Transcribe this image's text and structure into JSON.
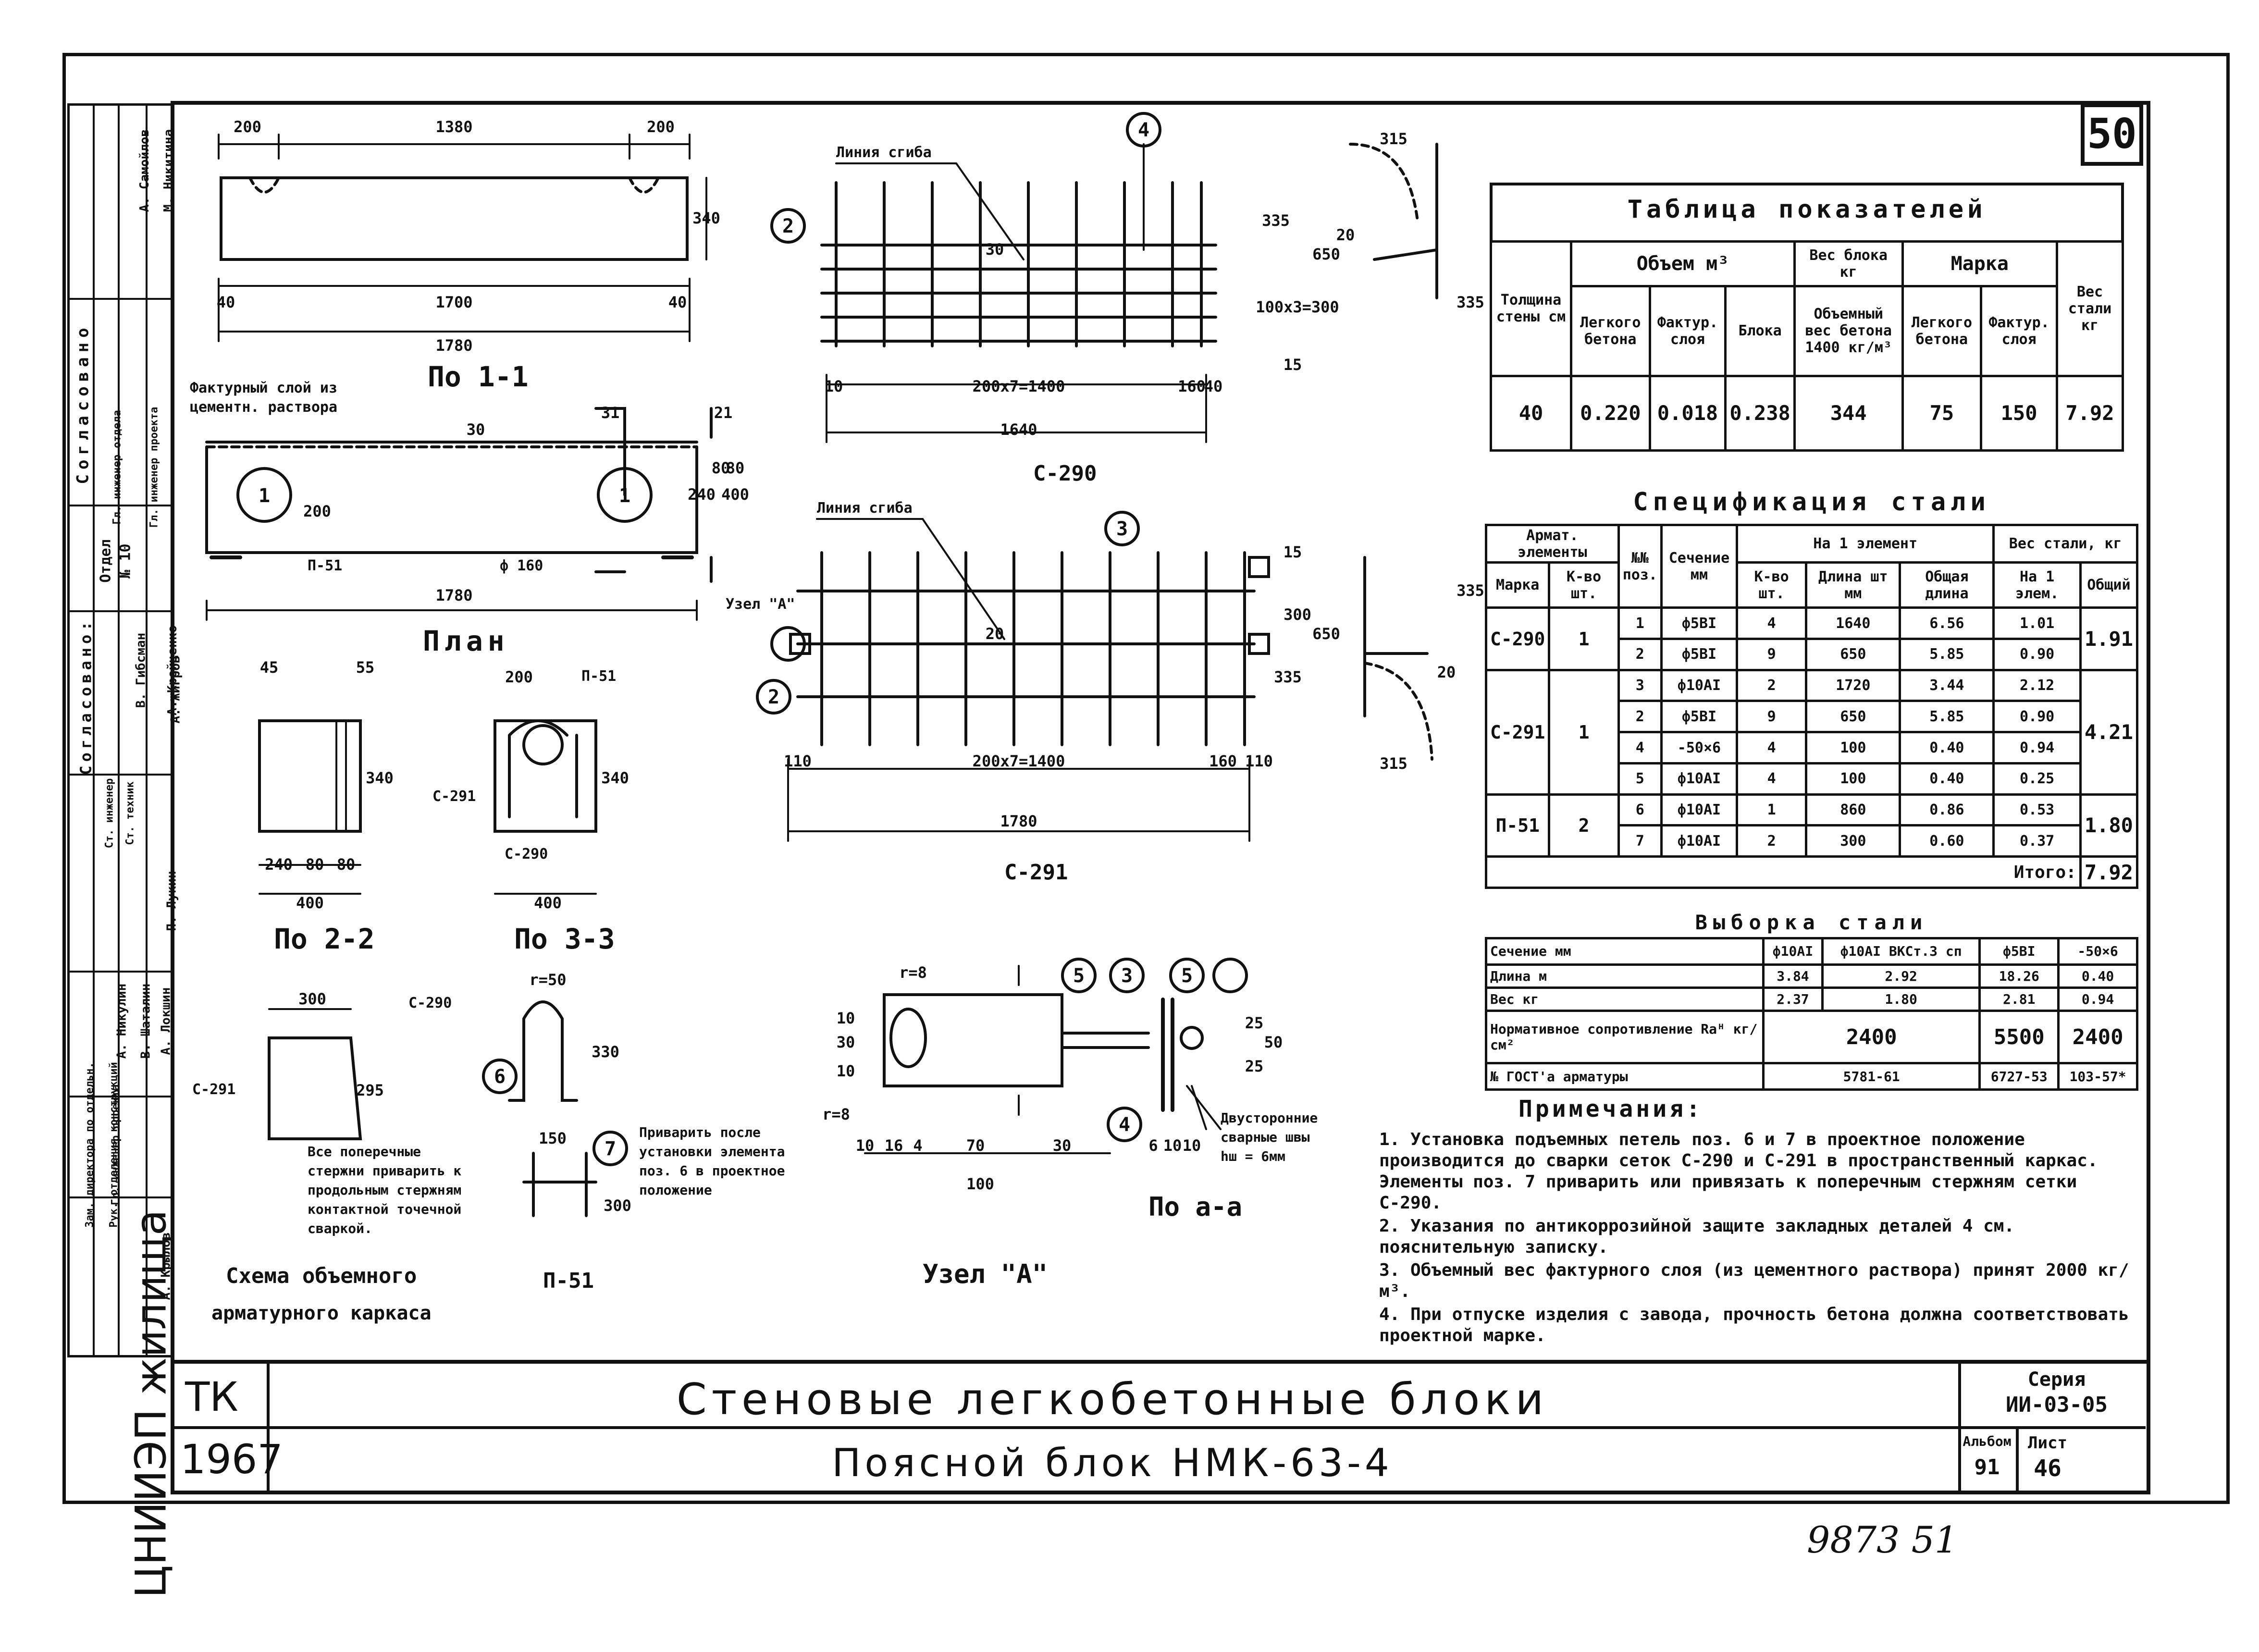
{
  "sheet_number": "50",
  "archive_number": "9873 51",
  "stamp": {
    "org": "ЦНИИЭП жилища",
    "code": "ТК",
    "year": "1967",
    "title": "Стеновые легкобетонные блоки",
    "subtitle": "Поясной блок НМК-63-4",
    "series_label": "Серия",
    "series": "ИИ-03-05",
    "album_label": "Альбом",
    "album": "91",
    "sheet_label": "Лист",
    "sheet": "46"
  },
  "side_block": {
    "agreed": "Согласовано",
    "agreed2": "Согласовано:",
    "dept": "Отдел",
    "dept_no": "№ 10",
    "people": [
      "А. Самойлов",
      "М. Никитина",
      "В. Гибсман",
      "А. Крейценко",
      "А. Жигров",
      "А. Никулин",
      "В. Шаталин",
      "А. Локшин",
      "П. Лукин",
      "А. Крылов"
    ],
    "roles": [
      "Гл. инженер отдела",
      "Гл. инженер проекта",
      "Ст. инженер",
      "Ст. техник",
      "Зам. директора по отдельн.",
      "Рук. отделения конструкций",
      "Гл. инженер проекта"
    ]
  },
  "views": {
    "po_1_1": "По 1-1",
    "plan": "План",
    "po_2_2": "По 2-2",
    "po_3_3": "По 3-3",
    "c290": "С-290",
    "c291": "С-291",
    "uzel_a_title": "Узел \"А\"",
    "po_aa": "По а-а",
    "p51": "П-51",
    "scheme": [
      "Схема объемного",
      "арматурного каркаса"
    ]
  },
  "annotations": {
    "facture_layer": [
      "Фактурный слой из",
      "цементн. раствора"
    ],
    "bend_line": "Линия сгиба",
    "uzel_a": "Узел \"А\"",
    "p51_callout": "П-51",
    "phi160": "ф 160",
    "c291_ref": "С-291",
    "c290_ref": "С-290",
    "cross_bars": [
      "Все поперечные",
      "стержни приварить к",
      "продольным стержням",
      "контактной точечной",
      "сваркой."
    ],
    "weld_after": [
      "Приварить после",
      "установки элемента",
      "поз. 6 в проектное",
      "положение"
    ],
    "double_weld": [
      "Двусторонние",
      "сварные швы",
      "hш = 6мм"
    ]
  },
  "dims": {
    "top": [
      "200",
      "1380",
      "200",
      "340",
      "40",
      "1700",
      "40",
      "1780"
    ],
    "plan": [
      "30",
      "31",
      "21",
      "240",
      "80",
      "80",
      "400",
      "200",
      "1780"
    ],
    "c290": [
      "335",
      "650",
      "20",
      "15",
      "100x3=300",
      "10",
      "200x7=1400",
      "160",
      "40",
      "1640",
      "335",
      "315",
      "30"
    ],
    "c291": [
      "300",
      "335",
      "650",
      "15",
      "110",
      "200x7=1400",
      "160",
      "110",
      "1780",
      "335",
      "20",
      "315",
      "20"
    ],
    "po22": [
      "45",
      "55",
      "240",
      "80",
      "80",
      "400",
      "340"
    ],
    "po33": [
      "200",
      "340",
      "400"
    ],
    "scheme": [
      "300",
      "295"
    ],
    "p51": [
      "r=50",
      "330",
      "150",
      "300"
    ],
    "uzel": [
      "r=8",
      "r=8",
      "10",
      "30",
      "10",
      "10",
      "16",
      "4",
      "70",
      "30",
      "100",
      "25",
      "50",
      "25",
      "6",
      "10",
      "10"
    ]
  },
  "pos_markers": [
    "1",
    "1",
    "2",
    "2",
    "3",
    "3",
    "4",
    "4",
    "5",
    "5",
    "6",
    "7"
  ],
  "table_indicators": {
    "title": "Таблица показателей",
    "headers": {
      "thickness": "Толщина стены см",
      "volume": "Объем м³",
      "light_concrete": "Легкого бетона",
      "facture": "Фактур. слоя",
      "block": "Блока",
      "weight": "Вес блока кг",
      "density": "Объемный вес бетона 1400 кг/м³",
      "mark": "Марка",
      "mark_light": "Легкого бетона",
      "mark_facture": "Фактур. слоя",
      "steel": "Вес стали кг"
    },
    "row": [
      "40",
      "0.220",
      "0.018",
      "0.238",
      "344",
      "75",
      "150",
      "7.92"
    ]
  },
  "table_spec": {
    "title": "Спецификация стали",
    "headers": {
      "elements": "Армат. элементы",
      "pos": "№№ поз.",
      "section": "Сечение мм",
      "per_element": "На 1 элемент",
      "steel_weight": "Вес стали, кг",
      "mark": "Марка",
      "count": "К-во шт.",
      "pcs": "К-во шт.",
      "length": "Длина шт мм",
      "total_length": "Общая длина",
      "per1": "На 1 элем.",
      "total": "Общий"
    },
    "groups": [
      {
        "mark": "С-290",
        "count": "1",
        "total": "1.91",
        "rows": [
          [
            "1",
            "ф5BI",
            "4",
            "1640",
            "6.56",
            "1.01"
          ],
          [
            "2",
            "ф5BI",
            "9",
            "650",
            "5.85",
            "0.90"
          ]
        ]
      },
      {
        "mark": "С-291",
        "count": "1",
        "total": "4.21",
        "rows": [
          [
            "3",
            "ф10AI",
            "2",
            "1720",
            "3.44",
            "2.12"
          ],
          [
            "2",
            "ф5BI",
            "9",
            "650",
            "5.85",
            "0.90"
          ],
          [
            "4",
            "-50×6",
            "4",
            "100",
            "0.40",
            "0.94"
          ],
          [
            "5",
            "ф10AI",
            "4",
            "100",
            "0.40",
            "0.25"
          ]
        ]
      },
      {
        "mark": "П-51",
        "count": "2",
        "total": "1.80",
        "rows": [
          [
            "6",
            "ф10AI",
            "1",
            "860",
            "0.86",
            "0.53"
          ],
          [
            "7",
            "ф10AI",
            "2",
            "300",
            "0.60",
            "0.37"
          ]
        ]
      }
    ],
    "itogo_label": "Итого:",
    "itogo": "7.92"
  },
  "table_selection": {
    "title": "Выборка стали",
    "col_heads": [
      "Сечение мм",
      "ф10AI",
      "ф10AI ВКСт.3 сп",
      "ф5BI",
      "-50×6"
    ],
    "rows": [
      [
        "Длина м",
        "3.84",
        "2.92",
        "18.26",
        "0.40"
      ],
      [
        "Вес кг",
        "2.37",
        "1.80",
        "2.81",
        "0.94"
      ]
    ],
    "norm_label": "Нормативное сопротивление Rаᴴ кг/см²",
    "norm": [
      "2400",
      "5500",
      "2400"
    ],
    "gost_label": "№ ГОСТ'а арматуры",
    "gost": [
      "5781-61",
      "6727-53",
      "103-57*"
    ]
  },
  "notes": {
    "title": "Примечания:",
    "items": [
      "1. Установка подъемных петель поз. 6 и 7 в проектное положение производится до сварки сеток С-290 и С-291 в пространственный каркас. Элементы поз. 7 приварить или привязать к поперечным стержням сетки С-290.",
      "2. Указания по антикоррозийной защите закладных деталей 4 см. пояснительную записку.",
      "3. Объемный вес фактурного слоя (из цементного раствора) принят 2000 кг/м³.",
      "4. При отпуске изделия с завода, прочность бетона должна соответствовать проектной марке."
    ]
  }
}
